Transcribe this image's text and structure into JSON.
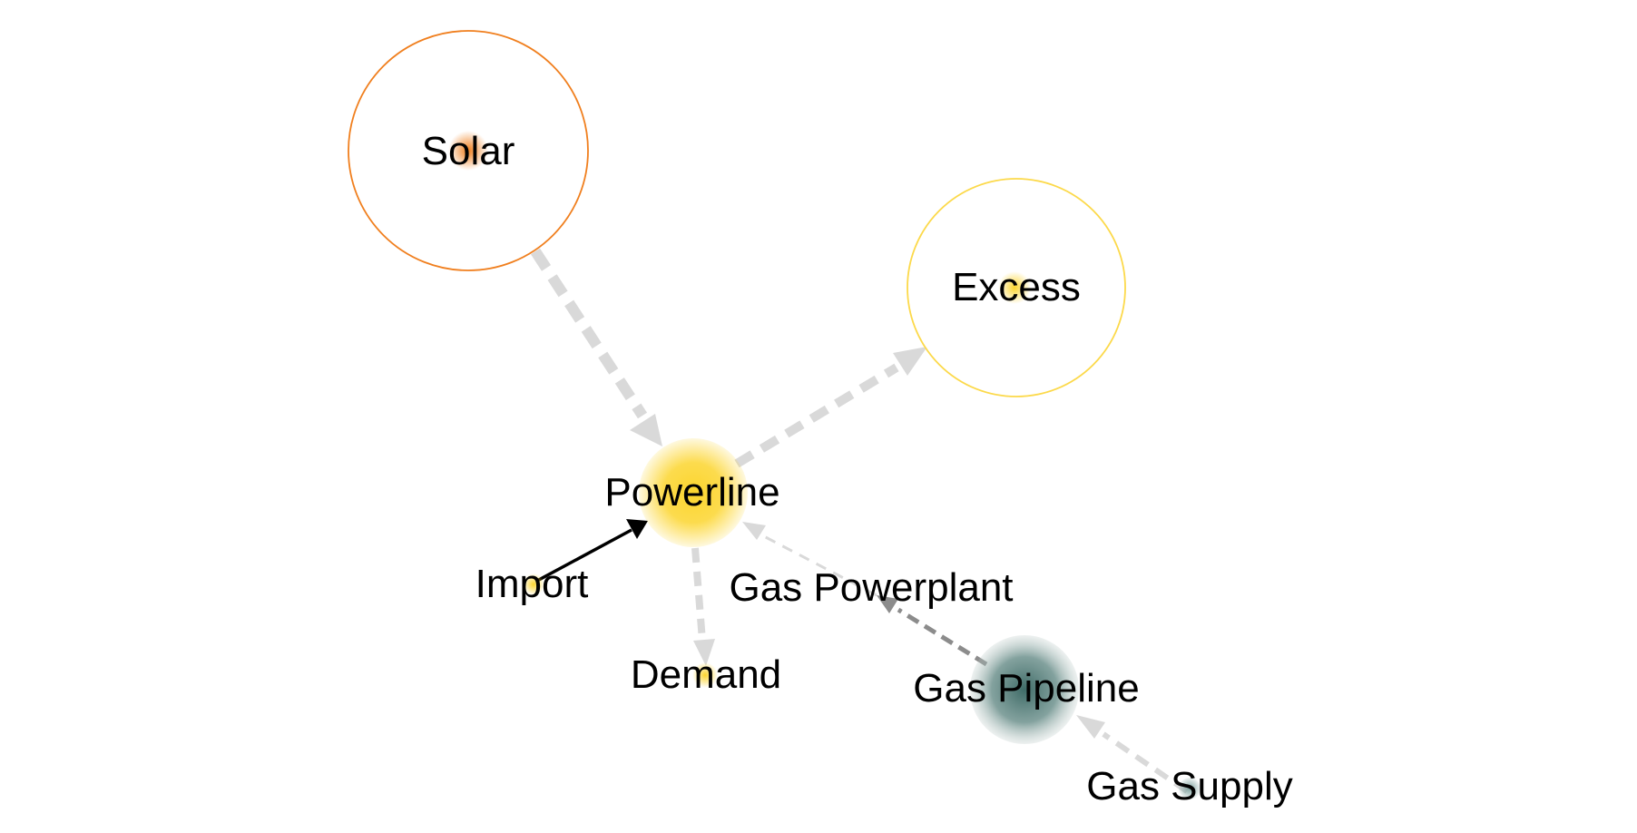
{
  "diagram": {
    "type": "energy-network",
    "nodes": [
      {
        "id": "solar",
        "label": "Solar",
        "color": "#f07f1e",
        "style": "outlined-circle"
      },
      {
        "id": "excess",
        "label": "Excess",
        "color": "#fcd94a",
        "style": "outlined-circle"
      },
      {
        "id": "powerline",
        "label": "Powerline",
        "color": "#fcd52e",
        "style": "filled-glow"
      },
      {
        "id": "import",
        "label": "Import",
        "color": "#fcd52e",
        "style": "dot"
      },
      {
        "id": "demand",
        "label": "Demand",
        "color": "#fcd52e",
        "style": "dot"
      },
      {
        "id": "gas_powerplant",
        "label": "Gas Powerplant",
        "color": "#b8c7c4",
        "style": "none"
      },
      {
        "id": "gas_pipeline",
        "label": "Gas Pipeline",
        "color": "#547d79",
        "style": "filled-glow"
      },
      {
        "id": "gas_supply",
        "label": "Gas Supply",
        "color": "#7fa3a0",
        "style": "dot"
      }
    ],
    "edges": [
      {
        "from": "solar",
        "to": "powerline",
        "style": "dashed",
        "color": "#d9d9d9",
        "weight": "thick"
      },
      {
        "from": "powerline",
        "to": "excess",
        "style": "dashed",
        "color": "#d9d9d9",
        "weight": "medium"
      },
      {
        "from": "import",
        "to": "powerline",
        "style": "solid",
        "color": "#000000",
        "weight": "thin"
      },
      {
        "from": "powerline",
        "to": "demand",
        "style": "dashed",
        "color": "#d9d9d9",
        "weight": "medium"
      },
      {
        "from": "gas_pipeline",
        "to": "gas_powerplant",
        "style": "dashed",
        "color": "#8c8c8c",
        "weight": "thin"
      },
      {
        "from": "gas_powerplant",
        "to": "powerline",
        "style": "dashed",
        "color": "#d9d9d9",
        "weight": "thin"
      },
      {
        "from": "gas_supply",
        "to": "gas_pipeline",
        "style": "dashed",
        "color": "#d9d9d9",
        "weight": "medium"
      }
    ]
  }
}
